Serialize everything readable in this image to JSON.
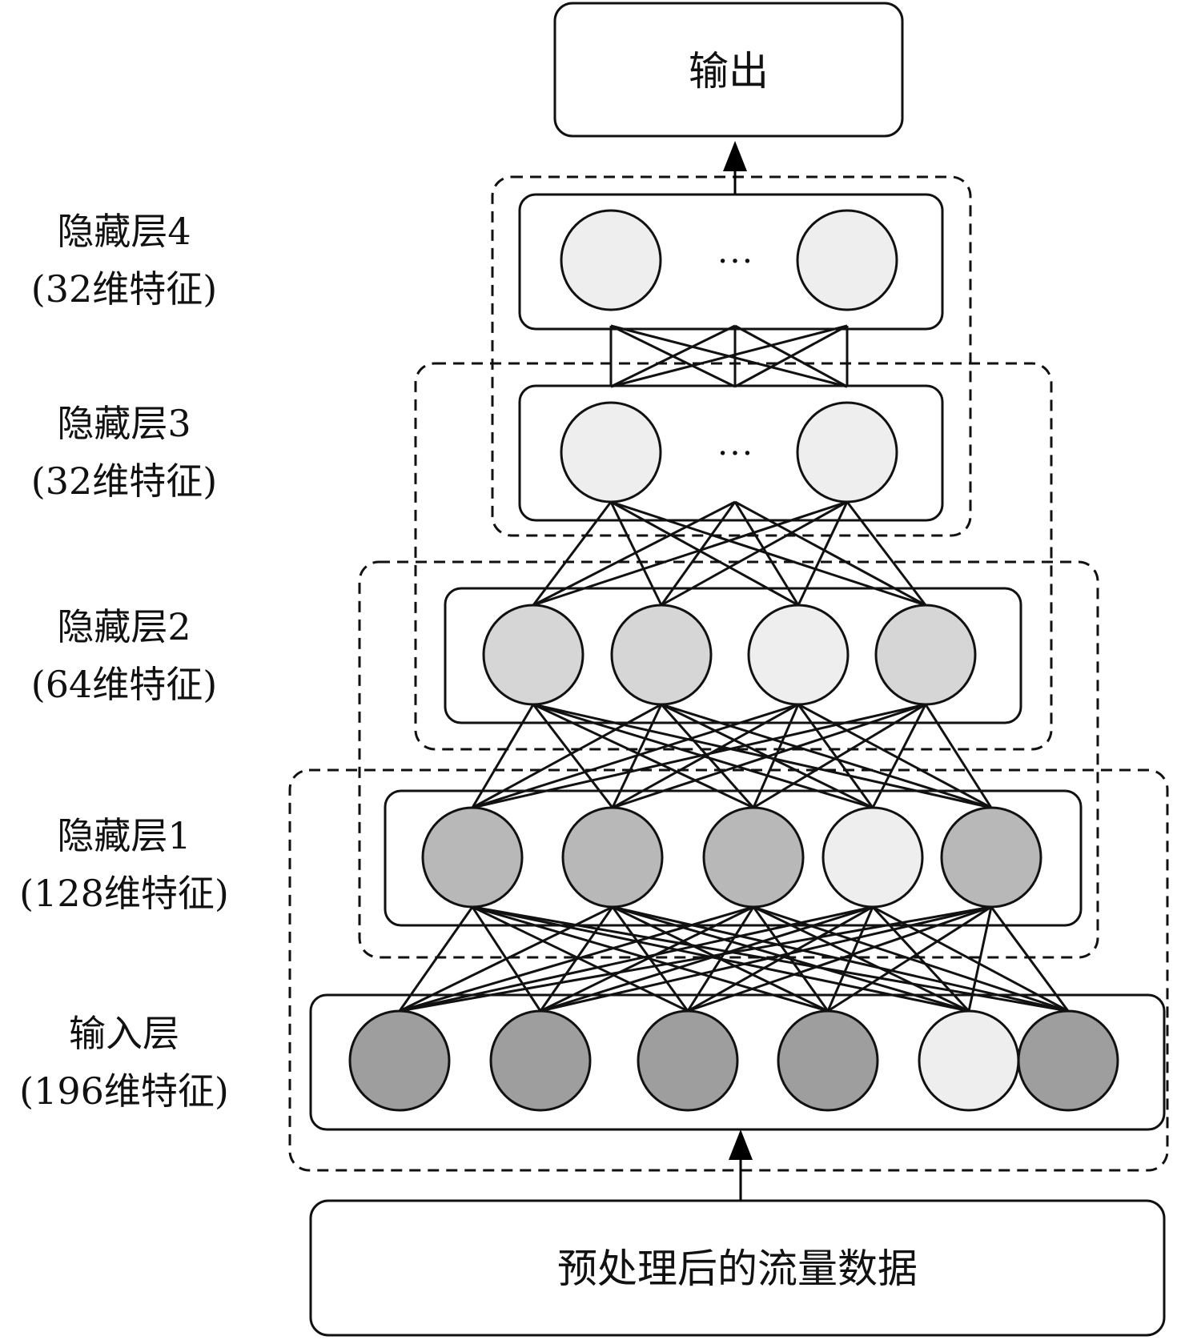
{
  "output_label": "输出",
  "input_data_label": "预处理后的流量数据",
  "layers": [
    {
      "id": "hidden4",
      "name": "隐藏层4",
      "dims": "(32维特征)",
      "node_fills": [
        "#eeeeee",
        "#eeeeee"
      ],
      "ellipsis": "…"
    },
    {
      "id": "hidden3",
      "name": "隐藏层3",
      "dims": "(32维特征)",
      "node_fills": [
        "#eeeeee",
        "#eeeeee"
      ],
      "ellipsis": "…"
    },
    {
      "id": "hidden2",
      "name": "隐藏层2",
      "dims": "(64维特征)",
      "node_fills": [
        "#d6d6d6",
        "#d6d6d6",
        "#eeeeee",
        "#d6d6d6"
      ]
    },
    {
      "id": "hidden1",
      "name": "隐藏层1",
      "dims": "(128维特征)",
      "node_fills": [
        "#b8b8b8",
        "#b8b8b8",
        "#b8b8b8",
        "#eeeeee",
        "#b8b8b8"
      ]
    },
    {
      "id": "input",
      "name": "输入层",
      "dims": "(196维特征)",
      "node_fills": [
        "#9e9e9e",
        "#9e9e9e",
        "#9e9e9e",
        "#9e9e9e",
        "#eeeeee",
        "#9e9e9e"
      ]
    }
  ]
}
